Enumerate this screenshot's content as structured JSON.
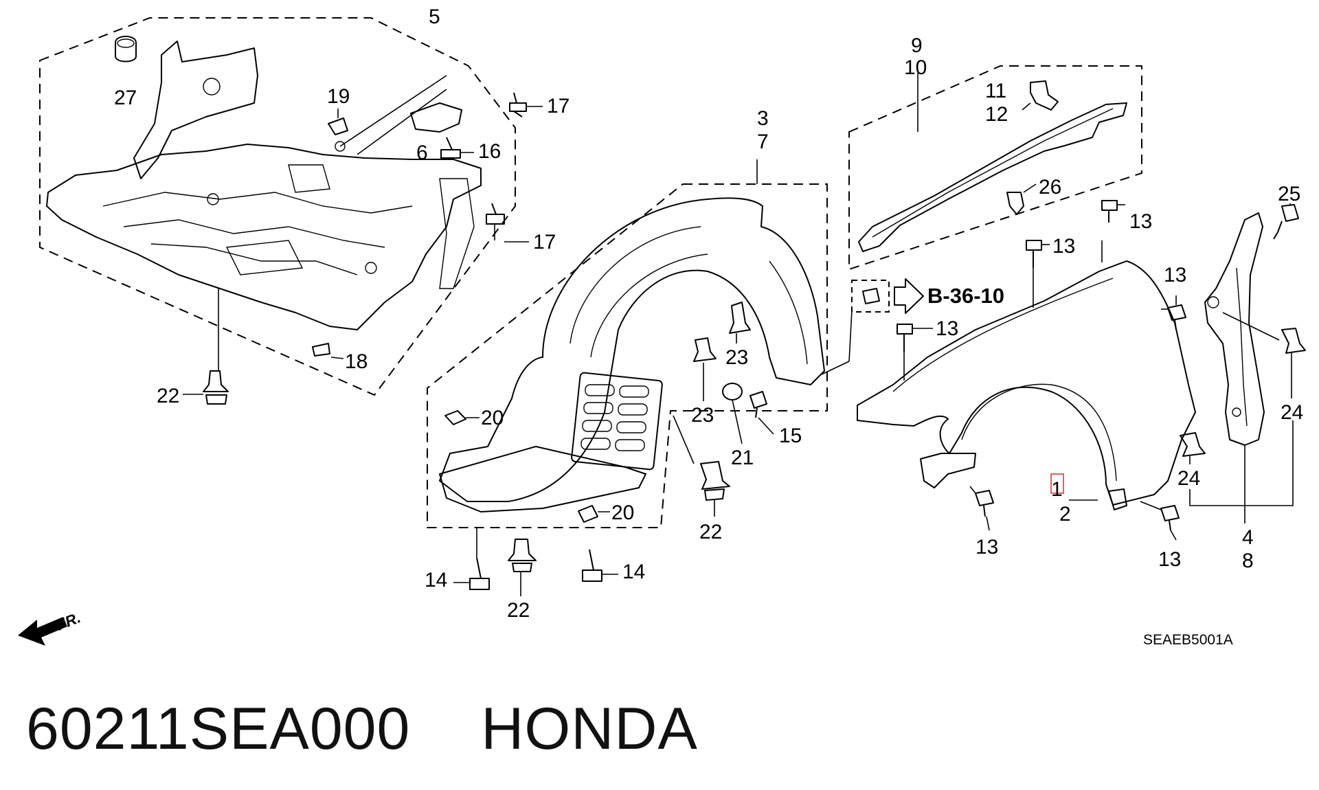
{
  "diagram": {
    "callouts": [
      "1",
      "2",
      "3",
      "4",
      "5",
      "6",
      "7",
      "8",
      "9",
      "10",
      "11",
      "12",
      "13",
      "14",
      "15",
      "16",
      "17",
      "18",
      "19",
      "20",
      "21",
      "22",
      "23",
      "24",
      "25",
      "26",
      "27"
    ],
    "reference": "B-36-10",
    "drawing_code": "SEAEB5001A",
    "direction_label": "FR.",
    "highlighted_callout": "1"
  },
  "footer": {
    "part_number": "60211SEA000",
    "brand": "HONDA"
  }
}
